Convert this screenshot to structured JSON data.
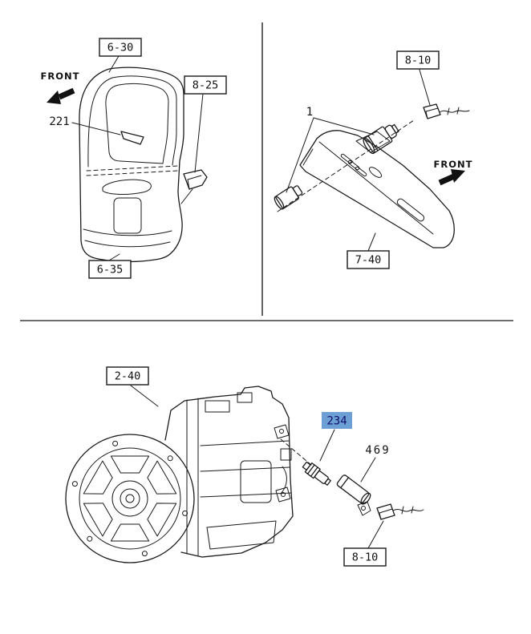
{
  "diagram": {
    "background": "#ffffff",
    "ink": "#1a1a1a",
    "divider_color": "#3d3d3d",
    "highlight": {
      "bg": "#6c9fd4",
      "text": "#10106a"
    }
  },
  "top_left": {
    "ref_top": "6-30",
    "front_label": "FRONT",
    "part_221": "221",
    "ref_right": "8-25",
    "ref_bottom": "6-35"
  },
  "top_right": {
    "ref_connector": "8-10",
    "part_1": "1",
    "front_label": "FRONT",
    "ref_panel": "7-40"
  },
  "bottom": {
    "ref_transmission": "2-40",
    "part_234": "234",
    "part_469": "469",
    "ref_connector": "8-10"
  }
}
